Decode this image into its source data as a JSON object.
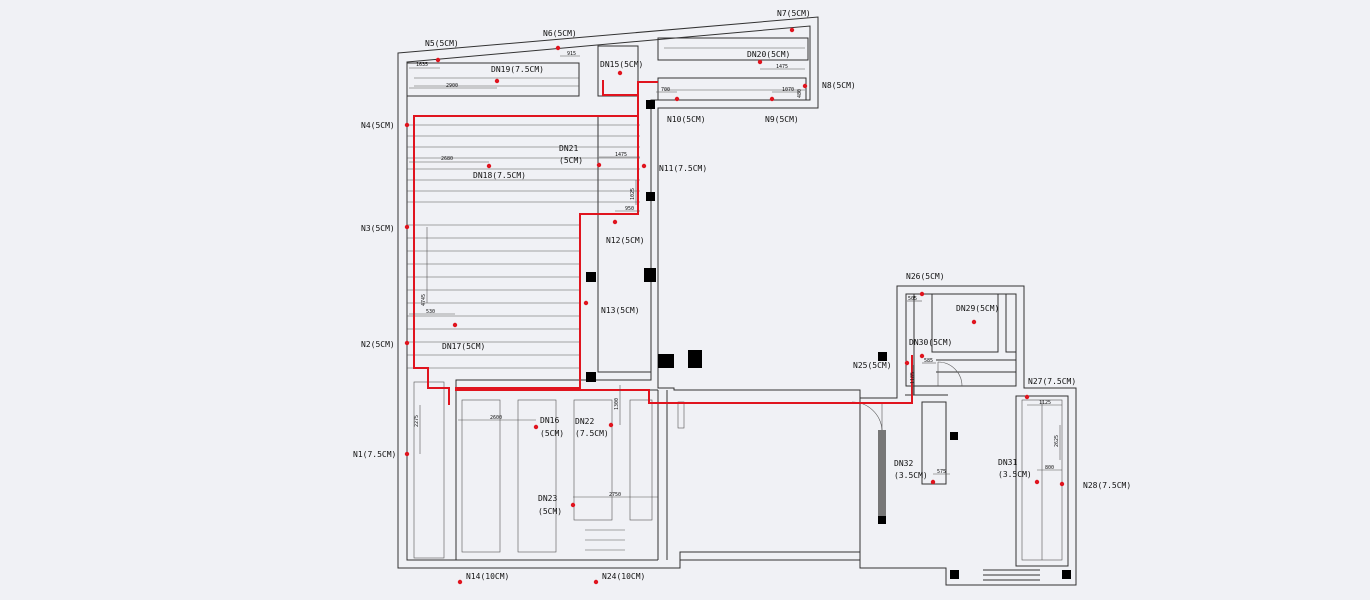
{
  "points": {
    "N1": "N1(7.5CM)",
    "N2": "N2(5CM)",
    "N3": "N3(5CM)",
    "N4": "N4(5CM)",
    "N5": "N5(5CM)",
    "N6": "N6(5CM)",
    "N7": "N7(5CM)",
    "N8": "N8(5CM)",
    "N9": "N9(5CM)",
    "N10": "N10(5CM)",
    "N11": "N11(7.5CM)",
    "N12": "N12(5CM)",
    "N13": "N13(5CM)",
    "N14": "N14(10CM)",
    "N24": "N24(10CM)",
    "N25": "N25(5CM)",
    "N26": "N26(5CM)",
    "N27": "N27(7.5CM)",
    "N28": "N28(7.5CM)",
    "DN15": "DN15(5CM)",
    "DN16_a": "DN16",
    "DN16_b": "(5CM)",
    "DN17": "DN17(5CM)",
    "DN18": "DN18(7.5CM)",
    "DN19": "DN19(7.5CM)",
    "DN20": "DN20(5CM)",
    "DN21_a": "DN21",
    "DN21_b": "(5CM)",
    "DN22_a": "DN22",
    "DN22_b": "(7.5CM)",
    "DN23_a": "DN23",
    "DN23_b": "(5CM)",
    "DN29": "DN29(5CM)",
    "DN30": "DN30(5CM)",
    "DN31_a": "DN31",
    "DN31_b": "(3.5CM)",
    "DN32_a": "DN32",
    "DN32_b": "(3.5CM)"
  },
  "dimensions": {
    "d1635": "1635",
    "d915": "915",
    "d2900": "2900",
    "d1475a": "1475",
    "d700": "700",
    "d1070": "1070",
    "d480": "480",
    "d2680": "2680",
    "d1475b": "1475",
    "d1025": "1025",
    "d950": "950",
    "d4745": "4745",
    "d530": "530",
    "d2275": "2275",
    "d2600": "2600",
    "d1300": "1300",
    "d2750": "2750",
    "d505": "505",
    "d585": "585",
    "d1185": "1185",
    "d575": "575",
    "d1125": "1125",
    "d2625": "2625",
    "d800": "800"
  },
  "colors": {
    "pipe": "#e0141e",
    "wall": "#333333",
    "background": "#f0f1f5"
  }
}
